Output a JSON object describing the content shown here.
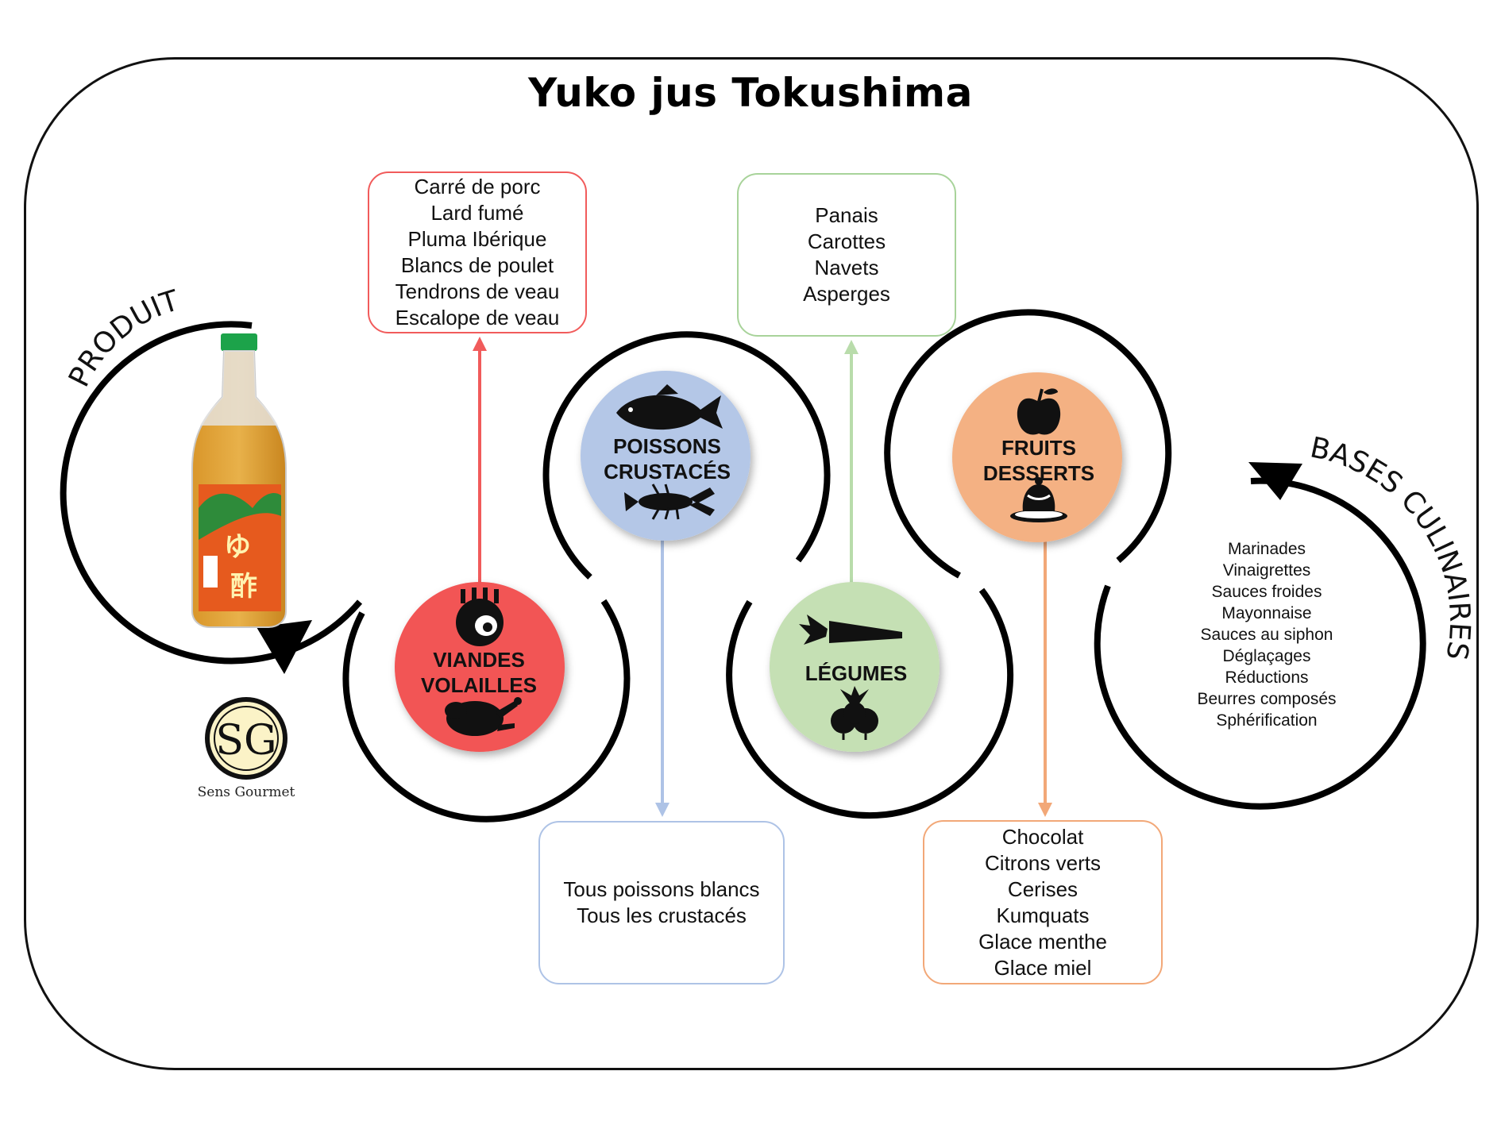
{
  "title": "Yuko jus Tokushima",
  "arc_labels": {
    "product": "PRODUIT",
    "bases": "BASES CULINAIRES"
  },
  "categories": {
    "meat": {
      "line1": "VIANDES",
      "line2": "VOLAILLES",
      "color": "#f25454"
    },
    "fish": {
      "line1": "POISSONS",
      "line2": "CRUSTACÉS",
      "color": "#b4c7e7"
    },
    "veg": {
      "line1": "LÉGUMES",
      "color": "#c5e0b4"
    },
    "fruit": {
      "line1": "FRUITS",
      "line2": "DESSERTS",
      "color": "#f4b183"
    }
  },
  "lists": {
    "meat": [
      "Carré de porc",
      "Lard fumé",
      "Pluma Ibérique",
      "Blancs de poulet",
      "Tendrons de veau",
      "Escalope de veau"
    ],
    "veg": [
      "Panais",
      "Carottes",
      "Navets",
      "Asperges"
    ],
    "fish": [
      "Tous poissons blancs",
      "Tous les crustacés"
    ],
    "fruit": [
      "Chocolat",
      "Citrons verts",
      "Cerises",
      "Kumquats",
      "Glace menthe",
      "Glace miel"
    ],
    "bases": [
      "Marinades",
      "Vinaigrettes",
      "Sauces froides",
      "Mayonnaise",
      "Sauces au siphon",
      "Déglaçages",
      "Réductions",
      "Beurres composés",
      "Sphérification"
    ]
  },
  "brand": {
    "monogram": "SG",
    "name": "Sens Gourmet"
  },
  "icons": {
    "meat": [
      "rack-of-meat-icon",
      "roast-chicken-icon"
    ],
    "fish": [
      "fish-icon",
      "lobster-icon"
    ],
    "veg": [
      "carrot-icon",
      "turnip-icon"
    ],
    "fruit": [
      "apple-icon",
      "dessert-icon"
    ],
    "product": "bottle-icon"
  }
}
